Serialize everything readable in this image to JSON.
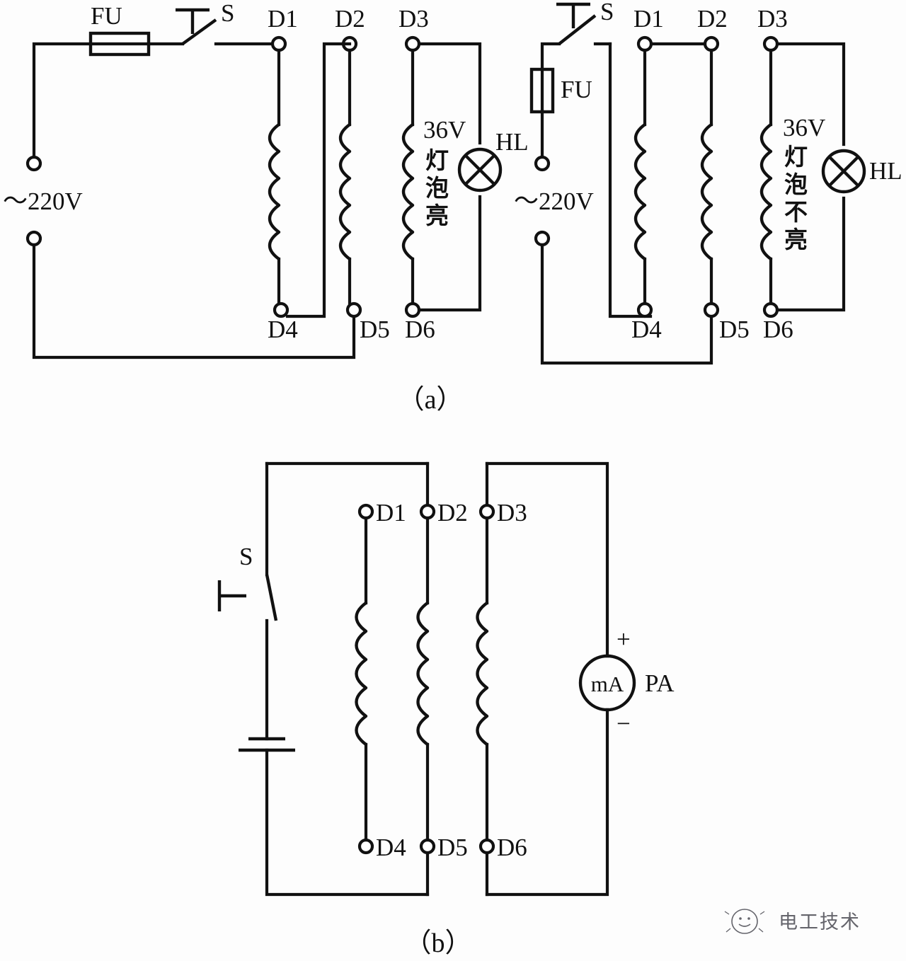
{
  "figure": {
    "title_a": "（a）",
    "title_b": "（b）"
  },
  "circuit_a": {
    "left": {
      "supply_label": "～220V",
      "fuse_label": "FU",
      "switch_label": "S",
      "lamp_label": "HL",
      "lamp_voltage": "36V",
      "lamp_note_line1": "灯",
      "lamp_note_line2": "泡",
      "lamp_note_line3": "亮",
      "terminals": [
        "D1",
        "D2",
        "D3",
        "D4",
        "D5",
        "D6"
      ]
    },
    "right": {
      "supply_label": "～220V",
      "fuse_label": "FU",
      "switch_label": "S",
      "lamp_label": "HL",
      "lamp_voltage": "36V",
      "lamp_note_line1": "灯",
      "lamp_note_line2": "泡",
      "lamp_note_line3": "不",
      "lamp_note_line4": "亮",
      "terminals": [
        "D1",
        "D2",
        "D3",
        "D4",
        "D5",
        "D6"
      ]
    }
  },
  "circuit_b": {
    "switch_label": "S",
    "meter_symbol": "mA",
    "meter_label": "PA",
    "meter_plus": "+",
    "meter_minus": "−",
    "terminals": [
      "D1",
      "D2",
      "D3",
      "D4",
      "D5",
      "D6"
    ]
  },
  "watermark": {
    "text": "电工技术"
  },
  "colors": {
    "ink": "#111111",
    "paper": "#fdfdfd",
    "watermark": "#4a4a52"
  }
}
